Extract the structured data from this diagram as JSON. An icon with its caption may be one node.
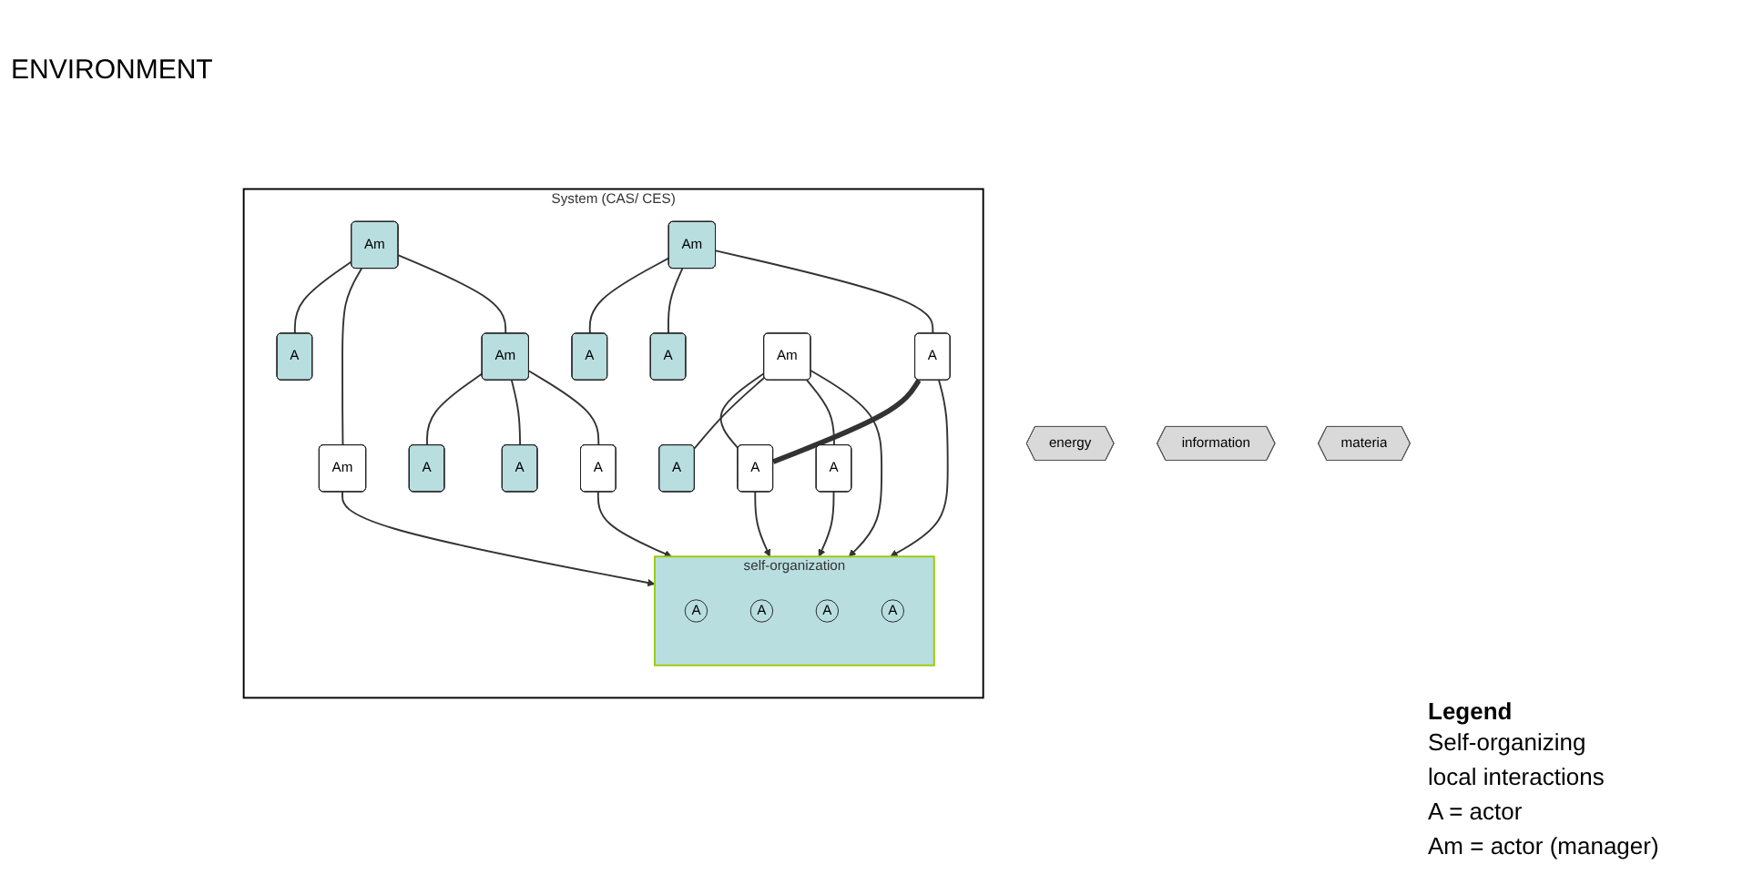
{
  "diagram": {
    "nodes": [
      {
        "text": [
          "System (CAS/ CES)"
        ]
      },
      {
        "text": [
          "Am"
        ],
        "in": 0
      },
      {
        "text": [
          "A"
        ],
        "in": 0
      },
      {
        "text": [
          "Am"
        ],
        "in": 0
      },
      {
        "text": [
          "Am"
        ],
        "in": 0
      },
      {
        "text": [
          "A"
        ],
        "in": 0
      },
      {
        "text": [
          "A"
        ],
        "in": 0
      },
      {
        "text": [
          "A"
        ],
        "in": 0
      },
      {
        "text": [
          "self-organization"
        ],
        "in": 0
      },
      {
        "text": [
          "A"
        ],
        "in": 8
      },
      {
        "text": [
          "A"
        ],
        "in": 8
      },
      {
        "text": [
          "A"
        ],
        "in": 8
      },
      {
        "text": [
          "A"
        ],
        "in": 8
      },
      {
        "text": [
          "Am"
        ],
        "in": 0
      },
      {
        "text": [
          "A"
        ],
        "in": 0
      },
      {
        "text": [
          "A"
        ],
        "in": 0
      },
      {
        "text": [
          "A"
        ],
        "in": 0
      },
      {
        "text": [
          "Am"
        ],
        "in": 0
      },
      {
        "text": [
          "A"
        ],
        "in": 0
      },
      {
        "text": [
          "A"
        ],
        "in": 0
      },
      {
        "text": [
          "A"
        ],
        "in": 0
      },
      {
        "text": [
          "energy"
        ]
      },
      {
        "text": [
          "information"
        ]
      },
      {
        "text": [
          "materia"
        ]
      }
    ],
    "edges": [
      {
        "from": 1,
        "to": 2,
        "arrow": "none"
      },
      {
        "from": 1,
        "to": 3,
        "arrow": "none"
      },
      {
        "from": 1,
        "to": 4,
        "arrow": "none"
      },
      {
        "from": 4,
        "to": 5,
        "arrow": "none"
      },
      {
        "from": 4,
        "to": 6,
        "arrow": "none"
      },
      {
        "from": 4,
        "to": 7,
        "arrow": "none"
      },
      {
        "from": 3,
        "to": 8,
        "arrow": "to"
      },
      {
        "from": 7,
        "to": 8,
        "arrow": "to"
      },
      {
        "from": 13,
        "to": 14,
        "arrow": "none"
      },
      {
        "from": 13,
        "to": 15,
        "arrow": "none"
      },
      {
        "from": 13,
        "to": 16,
        "arrow": "none"
      },
      {
        "from": 17,
        "to": 18,
        "arrow": "none"
      },
      {
        "from": 17,
        "to": 19,
        "arrow": "none"
      },
      {
        "from": 17,
        "to": 20,
        "arrow": "none"
      },
      {
        "from": 16,
        "to": 18,
        "arrow": "none",
        "style": "thick"
      },
      {
        "from": 16,
        "to": 8,
        "arrow": "to"
      },
      {
        "from": 18,
        "to": 8,
        "arrow": "to"
      },
      {
        "from": 17,
        "to": 8,
        "arrow": "to"
      },
      {
        "from": 20,
        "to": 8,
        "arrow": "to"
      }
    ],
    "labels": [
      "ENVIRONMENT",
      "Legend"
    ],
    "legend": [
      {
        "text": "Self-organizing"
      },
      {
        "text": "local interactions"
      },
      {
        "text": "A = actor"
      },
      {
        "text": "Am = actor (manager)"
      }
    ]
  }
}
